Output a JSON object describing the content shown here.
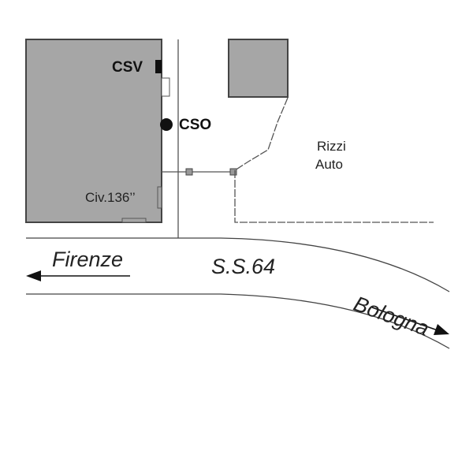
{
  "labels": {
    "csv": "CSV",
    "cso": "CSO",
    "civic_number": "Civ.136’’",
    "business_line1": "Rizzi",
    "business_line2": "Auto",
    "road": "S.S.64",
    "west_direction": "Firenze",
    "east_direction": "Bologna"
  },
  "colors": {
    "building": "#a6a6a6",
    "line": "#555555",
    "text": "#222222"
  }
}
